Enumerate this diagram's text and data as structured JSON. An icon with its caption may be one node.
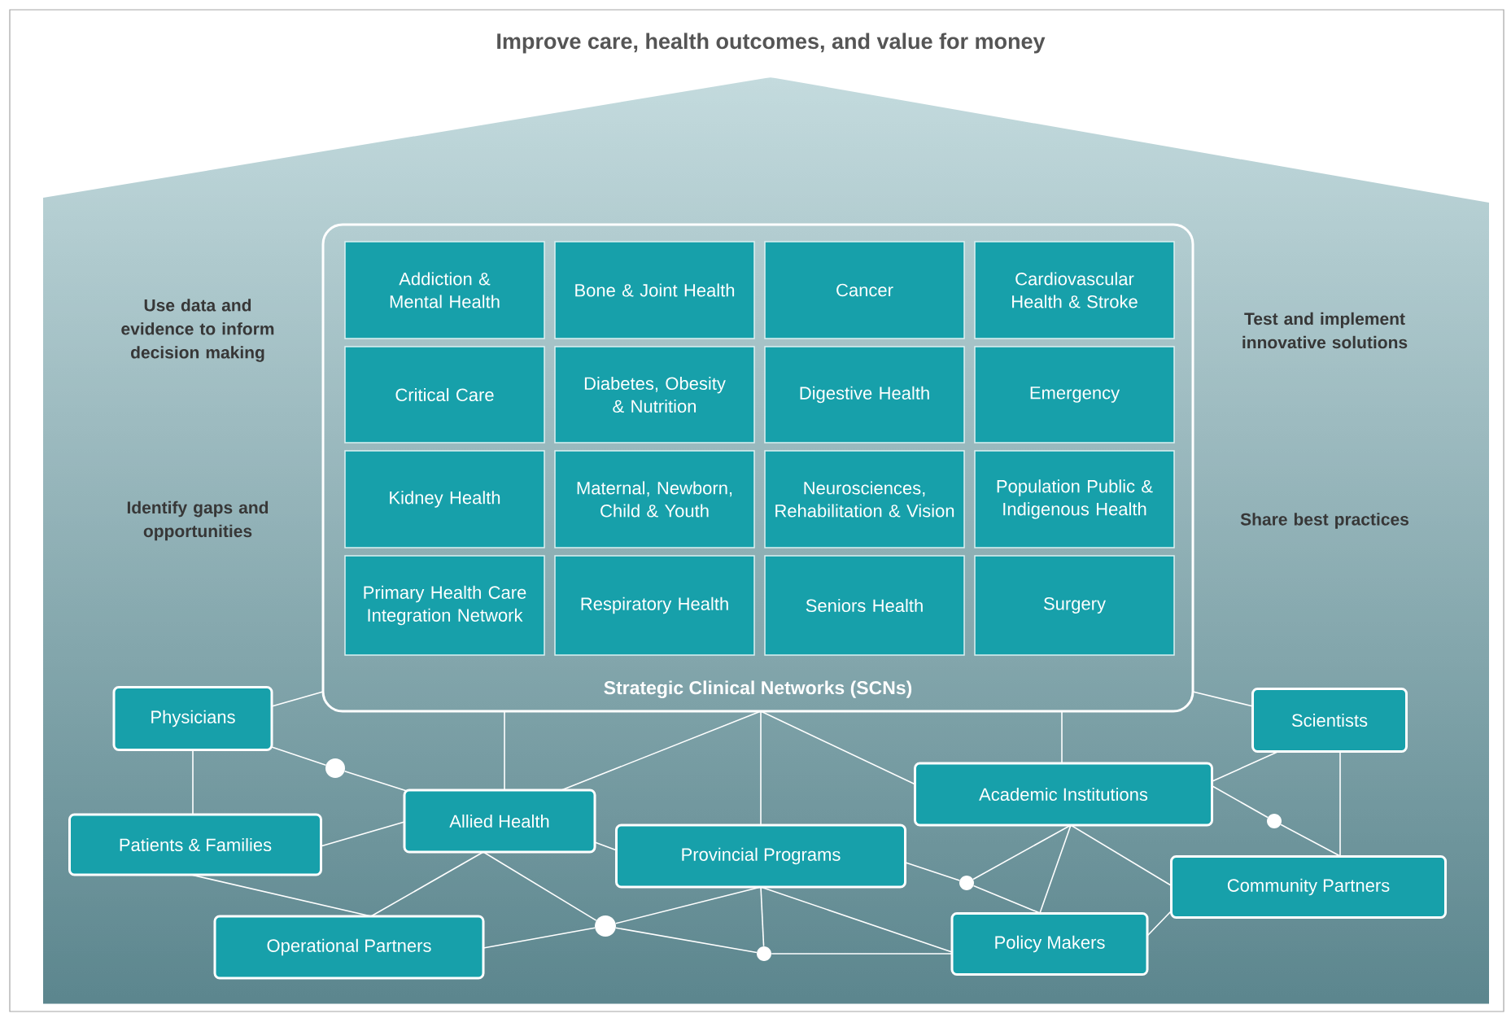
{
  "diagram": {
    "title": "Improve care, health outcomes, and value for money",
    "nodes": [
      {
        "text": [
          "Strategic Clinical Networks (SCNs)"
        ]
      },
      {
        "text": [
          "Addiction & Mental Health"
        ],
        "in": 0
      },
      {
        "text": [
          "Bone & Joint Health"
        ],
        "in": 0
      },
      {
        "text": [
          "Cancer"
        ],
        "in": 0
      },
      {
        "text": [
          "Cardiovascular Health & Stroke"
        ],
        "in": 0
      },
      {
        "text": [
          "Critical Care"
        ],
        "in": 0
      },
      {
        "text": [
          "Diabetes, Obesity & Nutrition"
        ],
        "in": 0
      },
      {
        "text": [
          "Digestive Health"
        ],
        "in": 0
      },
      {
        "text": [
          "Emergency"
        ],
        "in": 0
      },
      {
        "text": [
          "Kidney Health"
        ],
        "in": 0
      },
      {
        "text": [
          "Maternal, Newborn, Child & Youth"
        ],
        "in": 0
      },
      {
        "text": [
          "Neurosciences, Rehabilitation & Vision"
        ],
        "in": 0
      },
      {
        "text": [
          "Population Public & Indigenous Health"
        ],
        "in": 0
      },
      {
        "text": [
          "Primary Health Care Integration Network"
        ],
        "in": 0
      },
      {
        "text": [
          "Respiratory Health"
        ],
        "in": 0
      },
      {
        "text": [
          "Seniors Health"
        ],
        "in": 0
      },
      {
        "text": [
          "Surgery"
        ],
        "in": 0
      },
      {
        "text": [
          "Physicians"
        ]
      },
      {
        "text": [
          "Scientists"
        ]
      },
      {
        "text": [
          "Academic Institutions"
        ]
      },
      {
        "text": [
          "Allied Health"
        ]
      },
      {
        "text": [
          "Patients & Families"
        ]
      },
      {
        "text": [
          "Provincial Programs"
        ]
      },
      {
        "text": [
          "Community Partners"
        ]
      },
      {
        "text": [
          "Operational Partners"
        ]
      },
      {
        "text": [
          "Policy Makers"
        ]
      },
      {
        "text": [],
        "shape": "circle"
      },
      {
        "text": [],
        "shape": "circle"
      },
      {
        "text": [],
        "shape": "circle"
      },
      {
        "text": [],
        "shape": "circle"
      },
      {
        "text": [],
        "shape": "circle"
      }
    ],
    "edges": [
      {
        "from": 17,
        "to": 0,
        "arrow": "none"
      },
      {
        "from": 17,
        "to": 21,
        "arrow": "none"
      },
      {
        "from": 17,
        "to": 26,
        "arrow": "none"
      },
      {
        "from": 26,
        "to": 20,
        "arrow": "none"
      },
      {
        "from": 21,
        "to": 20,
        "arrow": "none"
      },
      {
        "from": 21,
        "to": 24,
        "arrow": "none"
      },
      {
        "from": 20,
        "to": 24,
        "arrow": "none"
      },
      {
        "from": 0,
        "to": 20,
        "arrow": "none"
      },
      {
        "from": 0,
        "to": 20,
        "arrow": "none"
      },
      {
        "from": 0,
        "to": 22,
        "arrow": "none"
      },
      {
        "from": 0,
        "to": 19,
        "arrow": "none"
      },
      {
        "from": 0,
        "to": 19,
        "arrow": "none"
      },
      {
        "from": 0,
        "to": 18,
        "arrow": "none"
      },
      {
        "from": 20,
        "to": 22,
        "arrow": "none"
      },
      {
        "from": 20,
        "to": 27,
        "arrow": "none"
      },
      {
        "from": 24,
        "to": 27,
        "arrow": "none"
      },
      {
        "from": 27,
        "to": 22,
        "arrow": "none"
      },
      {
        "from": 27,
        "to": 28,
        "arrow": "none"
      },
      {
        "from": 22,
        "to": 28,
        "arrow": "none"
      },
      {
        "from": 22,
        "to": 25,
        "arrow": "none"
      },
      {
        "from": 28,
        "to": 25,
        "arrow": "none"
      },
      {
        "from": 22,
        "to": 29,
        "arrow": "none"
      },
      {
        "from": 29,
        "to": 25,
        "arrow": "none"
      },
      {
        "from": 19,
        "to": 29,
        "arrow": "none"
      },
      {
        "from": 19,
        "to": 25,
        "arrow": "none"
      },
      {
        "from": 19,
        "to": 23,
        "arrow": "none"
      },
      {
        "from": 18,
        "to": 19,
        "arrow": "none"
      },
      {
        "from": 18,
        "to": 23,
        "arrow": "none"
      },
      {
        "from": 19,
        "to": 30,
        "arrow": "none"
      },
      {
        "from": 30,
        "to": 23,
        "arrow": "none"
      },
      {
        "from": 23,
        "to": 25,
        "arrow": "none"
      }
    ],
    "labels": [
      "Use data and evidence to inform decision making",
      "Identify gaps and opportunities",
      "Test and implement innovative solutions",
      "Share best practices"
    ]
  }
}
